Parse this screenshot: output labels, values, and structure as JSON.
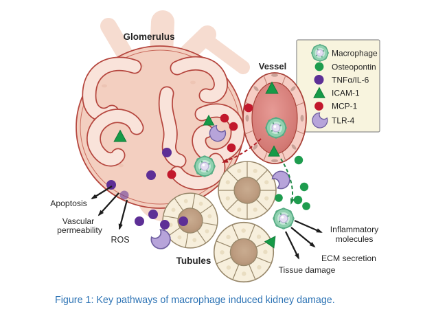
{
  "caption": {
    "text": "Figure 1: Key pathways of macrophage induced kidney damage."
  },
  "labels": {
    "glomerulus": "Glomerulus",
    "vessel": "Vessel",
    "tubules": "Tubules",
    "apoptosis": "Apoptosis",
    "vascular_line1": "Vascular",
    "vascular_line2": "permeability",
    "ros": "ROS",
    "tissue_damage": "Tissue damage",
    "ecm_secretion": "ECM secretion",
    "inflammatory_line1": "Inflammatory",
    "inflammatory_line2": "molecules"
  },
  "legend": {
    "items": [
      {
        "icon": "macrophage-cell-icon",
        "label": "Macrophage"
      },
      {
        "icon": "green-dot-icon",
        "label": "Osteopontin"
      },
      {
        "icon": "purple-dot-icon",
        "label": "TNFα/IL-6"
      },
      {
        "icon": "green-triangle-icon",
        "label": "ICAM-1"
      },
      {
        "icon": "red-dot-icon",
        "label": "MCP-1"
      },
      {
        "icon": "pacman-icon",
        "label": "TLR-4"
      }
    ]
  },
  "colors": {
    "osteopontin": "#1e9c4e",
    "tnf_il6": "#5d2f96",
    "icam1": "#169a47",
    "mcp1": "#c2182c",
    "tlr4": "#b7a4da",
    "macrophage_fill": "#90d1b0",
    "legend_bg": "#f8f4de",
    "caption_text": "#2E74B5",
    "red_arrow": "#b01c24",
    "green_arrow": "#1e8a46"
  }
}
